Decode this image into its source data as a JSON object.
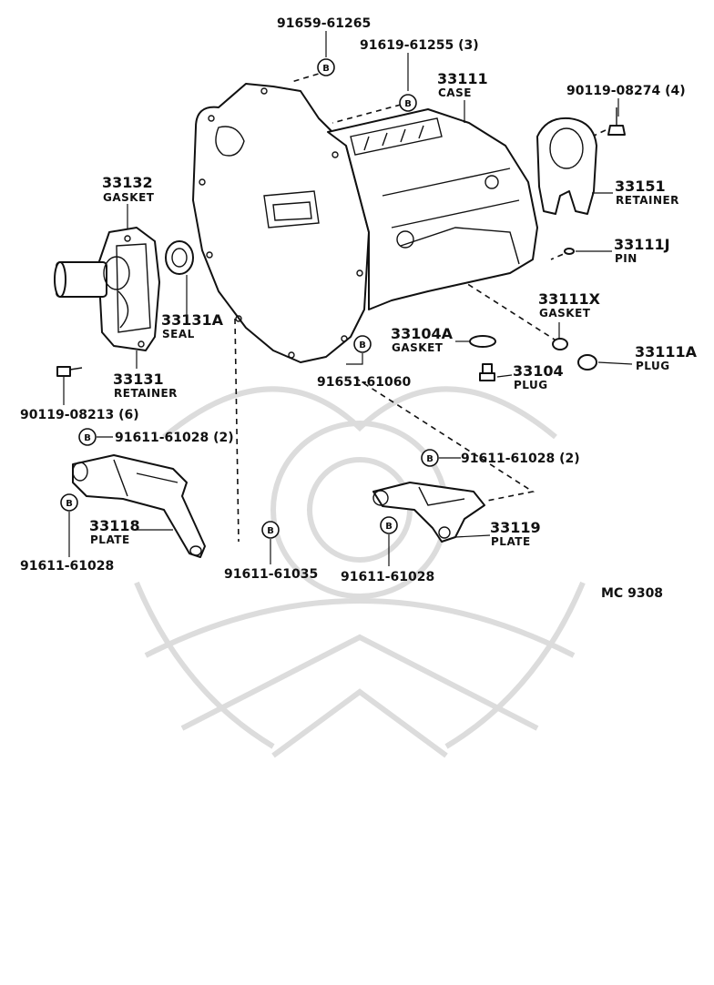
{
  "diagram": {
    "bolt_symbol": "B",
    "catalog_code": "MC  9308",
    "parts": [
      {
        "id": "p_91659",
        "number": "91659-61265",
        "name": ""
      },
      {
        "id": "p_91619",
        "number": "91619-61255 (3)",
        "name": ""
      },
      {
        "id": "p_33111",
        "number": "33111",
        "name": "CASE"
      },
      {
        "id": "p_90119a",
        "number": "90119-08274 (4)",
        "name": ""
      },
      {
        "id": "p_33151",
        "number": "33151",
        "name": "RETAINER"
      },
      {
        "id": "p_33111j",
        "number": "33111J",
        "name": "PIN"
      },
      {
        "id": "p_33132",
        "number": "33132",
        "name": "GASKET"
      },
      {
        "id": "p_33131a",
        "number": "33131A",
        "name": "SEAL"
      },
      {
        "id": "p_33131",
        "number": "33131",
        "name": "RETAINER"
      },
      {
        "id": "p_90119b",
        "number": "90119-08213 (6)",
        "name": ""
      },
      {
        "id": "p_33111x",
        "number": "33111X",
        "name": "GASKET"
      },
      {
        "id": "p_33104a",
        "number": "33104A",
        "name": "GASKET"
      },
      {
        "id": "p_33111a",
        "number": "33111A",
        "name": "PLUG"
      },
      {
        "id": "p_33104",
        "number": "33104",
        "name": "PLUG"
      },
      {
        "id": "p_91651",
        "number": "91651-61060",
        "name": ""
      },
      {
        "id": "p_91611_l",
        "number": "91611-61028 (2)",
        "name": ""
      },
      {
        "id": "p_91611_r",
        "number": "91611-61028 (2)",
        "name": ""
      },
      {
        "id": "p_33118",
        "number": "33118",
        "name": "PLATE"
      },
      {
        "id": "p_33119",
        "number": "33119",
        "name": "PLATE"
      },
      {
        "id": "p_91611_bl",
        "number": "91611-61028",
        "name": ""
      },
      {
        "id": "p_91611_35",
        "number": "91611-61035",
        "name": ""
      },
      {
        "id": "p_91611_br",
        "number": "91611-61028",
        "name": ""
      }
    ]
  }
}
